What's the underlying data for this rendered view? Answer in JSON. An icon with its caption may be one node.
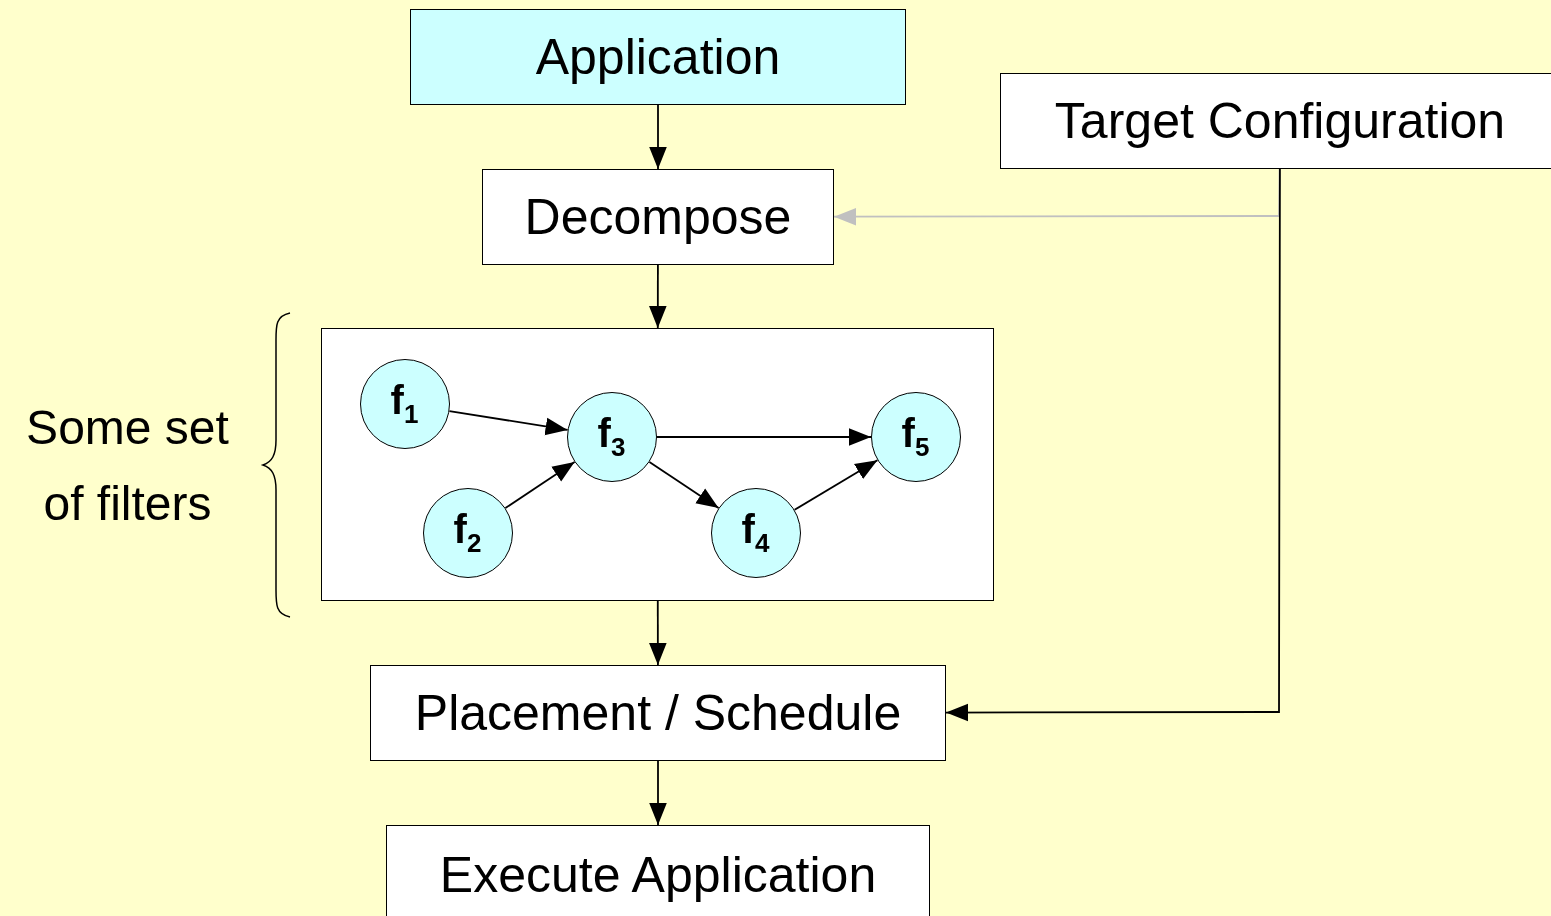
{
  "diagram": {
    "nodes": [
      {
        "text": [
          "Application"
        ]
      },
      {
        "text": [
          "Target Configuration"
        ]
      },
      {
        "text": [
          "Decompose"
        ]
      },
      {
        "text": [],
        "shape": "box",
        "beside": [
          "Some set of filters"
        ]
      },
      {
        "text": [
          "f$_{1}$"
        ],
        "in": 3
      },
      {
        "text": [
          "f$_{3}$"
        ],
        "in": 3
      },
      {
        "text": [
          "f$_{5}$"
        ],
        "in": 3
      },
      {
        "text": [
          "f$_{2}$"
        ],
        "in": 3
      },
      {
        "text": [
          "f$_{4}$"
        ],
        "in": 3
      },
      {
        "text": [
          "Placement / Schedule"
        ]
      },
      {
        "text": [
          "Execute Application"
        ]
      }
    ],
    "edges": [
      {
        "from": 0,
        "to": 2,
        "arrow": "to"
      },
      {
        "from": 1,
        "to": 2,
        "arrow": "to",
        "color": "#c0c0c0"
      },
      {
        "from": 2,
        "to": 3,
        "arrow": "to"
      },
      {
        "from": 4,
        "to": 5,
        "arrow": "to"
      },
      {
        "from": 7,
        "to": 5,
        "arrow": "to"
      },
      {
        "from": 5,
        "to": 6,
        "arrow": "to"
      },
      {
        "from": 5,
        "to": 8,
        "arrow": "to"
      },
      {
        "from": 8,
        "to": 6,
        "arrow": "to"
      },
      {
        "from": 3,
        "to": 9,
        "arrow": "to"
      },
      {
        "from": 1,
        "to": 9,
        "arrow": "to"
      },
      {
        "from": 9,
        "to": 10,
        "arrow": "to"
      }
    ]
  }
}
